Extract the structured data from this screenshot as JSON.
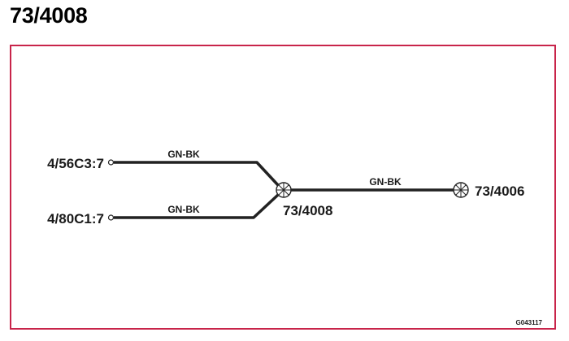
{
  "page": {
    "title": "73/4008",
    "frame_color": "#c8244a",
    "wire_color": "#222222",
    "figure_id": "G043117"
  },
  "diagram": {
    "connectors": [
      {
        "id": "c1",
        "label": "4/56C3:7",
        "symbol": "open-circle-icon"
      },
      {
        "id": "c2",
        "label": "4/80C1:7",
        "symbol": "open-circle-icon"
      }
    ],
    "splices": [
      {
        "id": "s1",
        "label": "73/4008",
        "symbol": "splice-cross-circle-icon"
      },
      {
        "id": "s2",
        "label": "73/4006",
        "symbol": "splice-cross-circle-icon"
      }
    ],
    "wires": [
      {
        "from": "c1",
        "to": "s1",
        "color": "GN-BK"
      },
      {
        "from": "c2",
        "to": "s1",
        "color": "GN-BK"
      },
      {
        "from": "s1",
        "to": "s2",
        "color": "GN-BK"
      }
    ]
  }
}
